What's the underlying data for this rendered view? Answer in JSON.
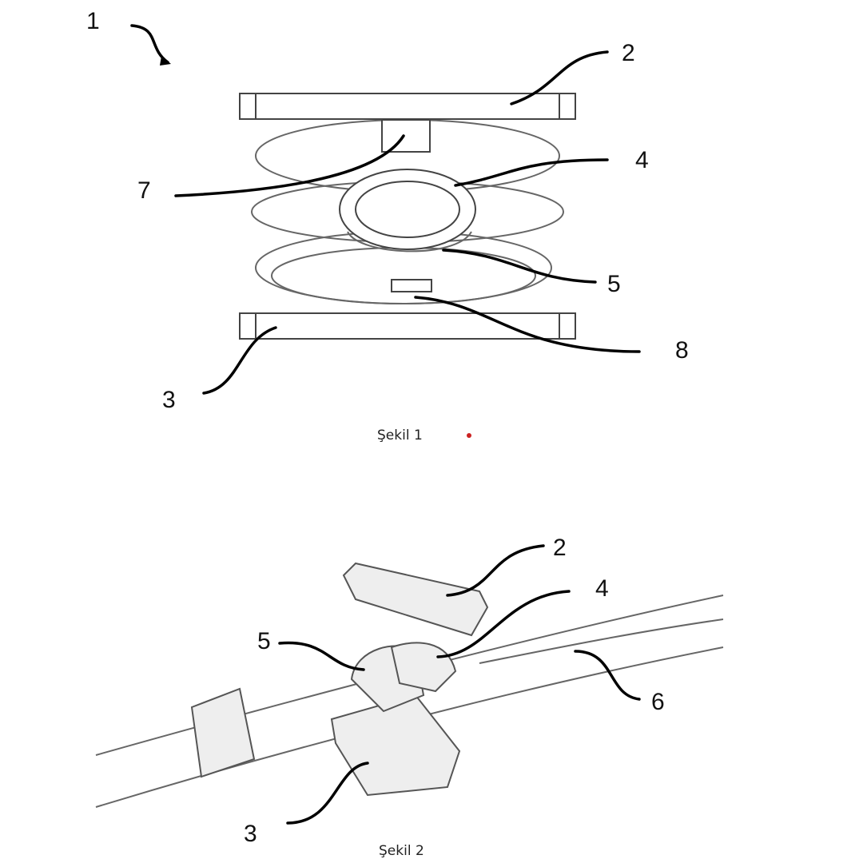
{
  "figure1": {
    "caption": "Şekil 1",
    "labels": {
      "assembly": "1",
      "top_plate": "2",
      "bottom_plate": "3",
      "upper_ring": "4",
      "lower_ring": "5",
      "upper_pin": "7",
      "lower_pin": "8"
    },
    "marker_color": "#cc2222"
  },
  "figure2": {
    "caption": "Şekil 2",
    "labels": {
      "top_plate": "2",
      "bottom_plate": "3",
      "upper_ring": "4",
      "lower_ring": "5",
      "cable": "6"
    }
  }
}
